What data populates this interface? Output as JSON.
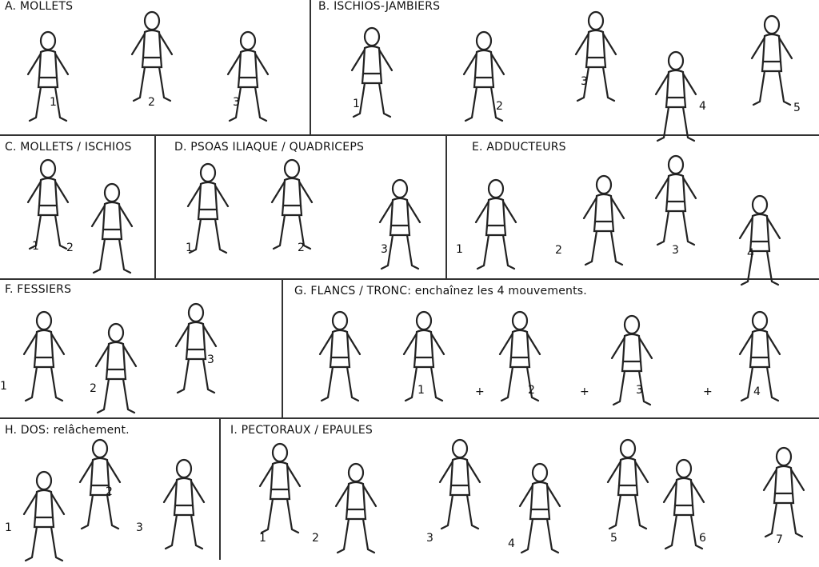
{
  "sections": {
    "A": {
      "title": "A.  MOLLETS",
      "numbers": [
        "1",
        "2",
        "3"
      ]
    },
    "B": {
      "title": "B.  ISCHIOS-JAMBIERS",
      "numbers": [
        "1",
        "2",
        "3",
        "4",
        "5"
      ]
    },
    "C": {
      "title": "C.  MOLLETS / ISCHIOS",
      "numbers": [
        "1",
        "2"
      ]
    },
    "D": {
      "title": "D.  PSOAS ILIAQUE / QUADRICEPS",
      "numbers": [
        "1",
        "2",
        "3"
      ]
    },
    "E": {
      "title": "E.  ADDUCTEURS",
      "numbers": [
        "1",
        "2",
        "3",
        "4"
      ]
    },
    "F": {
      "title": "F.  FESSIERS",
      "numbers": [
        "1",
        "2",
        "3"
      ]
    },
    "G": {
      "title": "G.  FLANCS / TRONC: enchaînez les 4 mouvements.",
      "numbers": [
        "1",
        "2",
        "3",
        "4"
      ],
      "plus": "+"
    },
    "H": {
      "title": "H.  DOS: relâchement.",
      "numbers": [
        "1",
        "2",
        "3"
      ]
    },
    "I": {
      "title": "I.  PECTORAUX /  EPAULES",
      "numbers": [
        "1",
        "2",
        "3",
        "4",
        "5",
        "6",
        "7"
      ]
    }
  }
}
